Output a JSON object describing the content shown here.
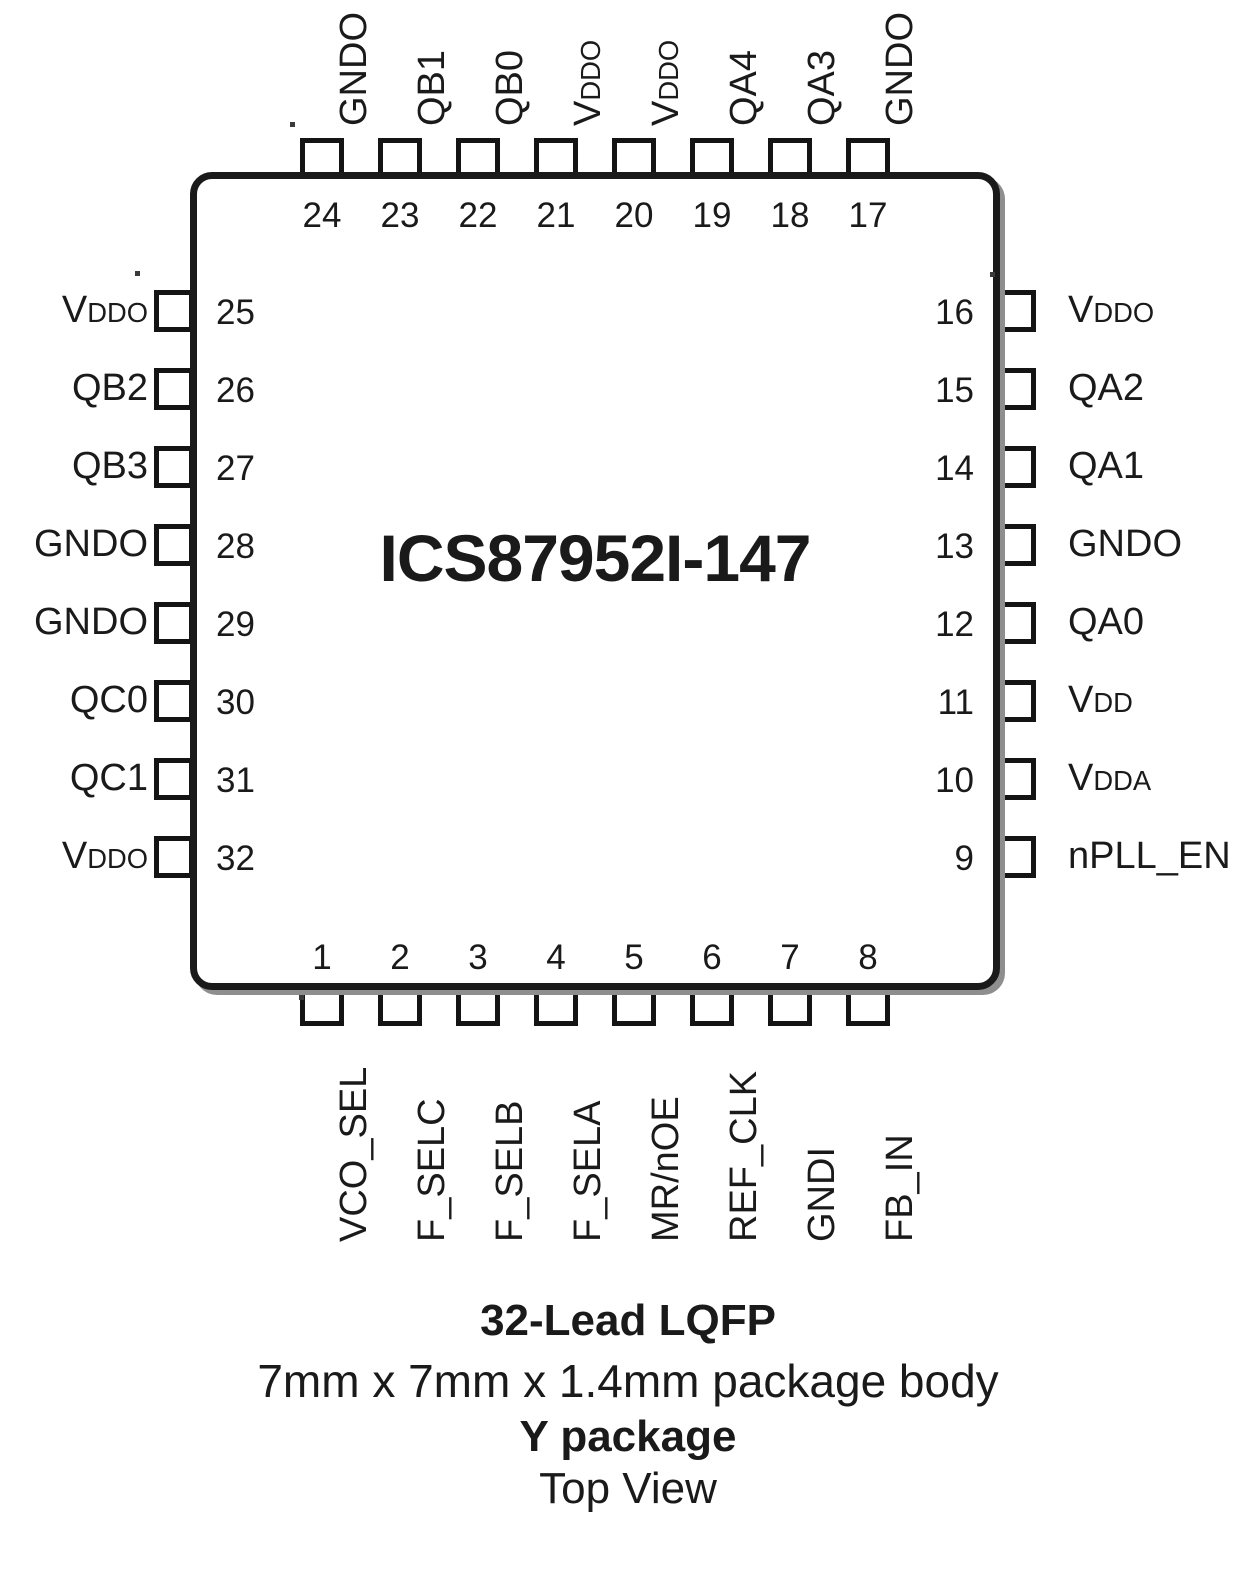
{
  "part": {
    "name": "ICS87952I-147"
  },
  "caption": {
    "line1": "32-Lead LQFP",
    "line2": "7mm x 7mm x 1.4mm package body",
    "line3": "Y package",
    "line4": "Top View"
  },
  "colors": {
    "body_border": "#1a1a1a",
    "body_shadow": "#8e8e8e",
    "pad_border": "#141414",
    "text": "#1a1a1a",
    "background": "#ffffff"
  },
  "pins": {
    "top": [
      {
        "number": "24",
        "label": "GNDO",
        "base": "GNDO",
        "sub": ""
      },
      {
        "number": "23",
        "label": "QB1",
        "base": "QB1",
        "sub": ""
      },
      {
        "number": "22",
        "label": "QB0",
        "base": "QB0",
        "sub": ""
      },
      {
        "number": "21",
        "label": "VDDO",
        "base": "V",
        "sub": "DDO"
      },
      {
        "number": "20",
        "label": "VDDO",
        "base": "V",
        "sub": "DDO"
      },
      {
        "number": "19",
        "label": "QA4",
        "base": "QA4",
        "sub": ""
      },
      {
        "number": "18",
        "label": "QA3",
        "base": "QA3",
        "sub": ""
      },
      {
        "number": "17",
        "label": "GNDO",
        "base": "GNDO",
        "sub": ""
      }
    ],
    "left": [
      {
        "number": "25",
        "label": "VDDO",
        "base": "V",
        "sub": "DDO"
      },
      {
        "number": "26",
        "label": "QB2",
        "base": "QB2",
        "sub": ""
      },
      {
        "number": "27",
        "label": "QB3",
        "base": "QB3",
        "sub": ""
      },
      {
        "number": "28",
        "label": "GNDO",
        "base": "GNDO",
        "sub": ""
      },
      {
        "number": "29",
        "label": "GNDO",
        "base": "GNDO",
        "sub": ""
      },
      {
        "number": "30",
        "label": "QC0",
        "base": "QC0",
        "sub": ""
      },
      {
        "number": "31",
        "label": "QC1",
        "base": "QC1",
        "sub": ""
      },
      {
        "number": "32",
        "label": "VDDO",
        "base": "V",
        "sub": "DDO"
      }
    ],
    "right": [
      {
        "number": "16",
        "label": "VDDO",
        "base": "V",
        "sub": "DDO"
      },
      {
        "number": "15",
        "label": "QA2",
        "base": "QA2",
        "sub": ""
      },
      {
        "number": "14",
        "label": "QA1",
        "base": "QA1",
        "sub": ""
      },
      {
        "number": "13",
        "label": "GNDO",
        "base": "GNDO",
        "sub": ""
      },
      {
        "number": "12",
        "label": "QA0",
        "base": "QA0",
        "sub": ""
      },
      {
        "number": "11",
        "label": "VDD",
        "base": "V",
        "sub": "DD"
      },
      {
        "number": "10",
        "label": "VDDA",
        "base": "V",
        "sub": "DDA"
      },
      {
        "number": "9",
        "label": "nPLL_EN",
        "base": "nPLL_EN",
        "sub": ""
      }
    ],
    "bottom": [
      {
        "number": "1",
        "label": "VCO_SEL",
        "base": "VCO_SEL",
        "sub": ""
      },
      {
        "number": "2",
        "label": "F_SELC",
        "base": "F_SELC",
        "sub": ""
      },
      {
        "number": "3",
        "label": "F_SELB",
        "base": "F_SELB",
        "sub": ""
      },
      {
        "number": "4",
        "label": "F_SELA",
        "base": "F_SELA",
        "sub": ""
      },
      {
        "number": "5",
        "label": "MR/nOE",
        "base": "MR/nOE",
        "sub": ""
      },
      {
        "number": "6",
        "label": "REF_CLK",
        "base": "REF_CLK",
        "sub": ""
      },
      {
        "number": "7",
        "label": "GNDI",
        "base": "GNDI",
        "sub": ""
      },
      {
        "number": "8",
        "label": "FB_IN",
        "base": "FB_IN",
        "sub": ""
      }
    ]
  }
}
